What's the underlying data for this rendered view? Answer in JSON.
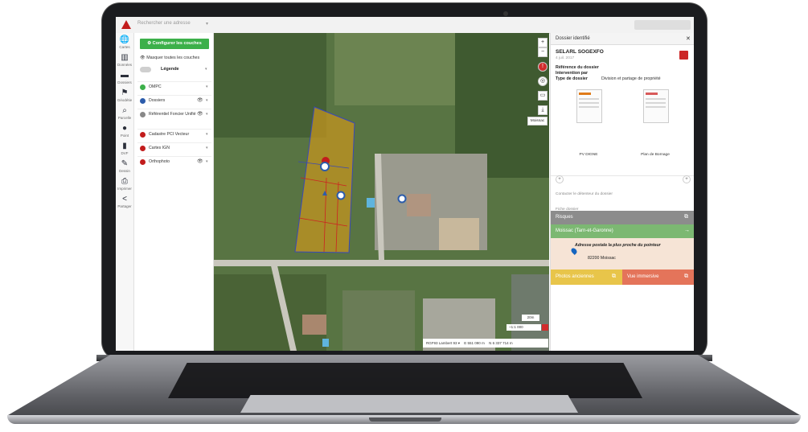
{
  "app": {
    "search_placeholder": "Rechercher une adresse",
    "rail": [
      {
        "icon": "globe-icon",
        "glyph": "🌐",
        "label": "Cartes"
      },
      {
        "icon": "map-icon",
        "glyph": "▥",
        "label": "Données"
      },
      {
        "icon": "folder-icon",
        "glyph": "▬",
        "label": "Dossiers"
      },
      {
        "icon": "flag-icon",
        "glyph": "⚑",
        "label": "Géodétie"
      },
      {
        "icon": "search-icon",
        "glyph": "⌕",
        "label": "Parcelle"
      },
      {
        "icon": "pin-icon",
        "glyph": "●",
        "label": "Point"
      },
      {
        "icon": "building-icon",
        "glyph": "▮",
        "label": "DVF"
      },
      {
        "icon": "pencil-icon",
        "glyph": "✎",
        "label": "Dessin"
      },
      {
        "icon": "print-icon",
        "glyph": "⎙",
        "label": "Imprimer"
      },
      {
        "icon": "share-icon",
        "glyph": "<",
        "label": "Partager"
      }
    ]
  },
  "layers": {
    "configure_label": "⚙ Configurer les couches",
    "mask_label": "👁 Masquer toutes les couches",
    "legend_label": "Légende",
    "items": [
      {
        "name": "OMPC",
        "color": "#3cb04a",
        "eye": ""
      },
      {
        "name": "Dossiers",
        "color": "#2c5cab",
        "eye": "👁"
      },
      {
        "name": "Référentiel Foncier Unifié",
        "color": "#888888",
        "eye": "👁"
      },
      {
        "name": "Cadastre PCI Vecteur",
        "color": "#c21c1c",
        "eye": ""
      },
      {
        "name": "Cartes IGN",
        "color": "#c21c1c",
        "eye": ""
      },
      {
        "name": "Orthophoto",
        "color": "#c21c1c",
        "eye": "👁"
      }
    ]
  },
  "map": {
    "place_tag": "Moissac",
    "zoom_label": "20m",
    "scale_label": "~1:1 000",
    "projection": "RGF93 Lambert 93 ▾",
    "coord_e": "E 551 090 m",
    "coord_n": "N 6 337 714 m"
  },
  "panel": {
    "title": "Dossier identifié",
    "owner": "SELARL SOGEXFO",
    "date": "4 juil. 2017",
    "ref_label": "Référence du dossier",
    "intervention_label": "Intervention par",
    "type_label": "Type de dossier",
    "type_value": "Division et partage de propriété",
    "docs": [
      "PV DIGNE",
      "Plan de Bornage"
    ],
    "contact": "Contacter le détenteur du dossier",
    "fiche": "Fiche dossier",
    "risques": "Risques",
    "commune": "Moissac (Tarn-et-Garonne)",
    "addr_heading": "Adresse postale la plus proche du pointeur",
    "addr_city": "82200 Moissac",
    "photos": "Photos anciennes",
    "immersive": "Vue immersive",
    "colors": {
      "risques": "#8c8c8c",
      "commune": "#7cb872",
      "photos": "#e8c54a",
      "immersive": "#e4745a"
    }
  }
}
